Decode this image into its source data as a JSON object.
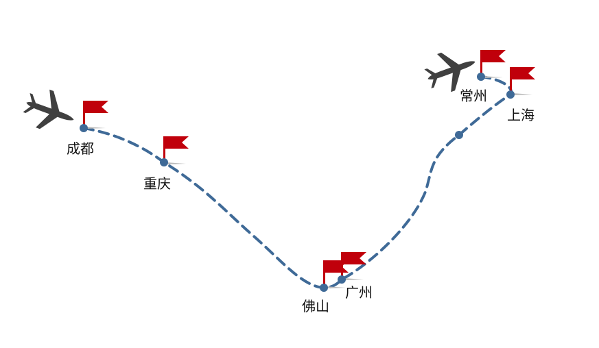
{
  "route": {
    "line_color": "#3f6a97",
    "dot_color": "#3f6a97",
    "flag_color": "#c0000b",
    "plane_color": "#404040"
  },
  "cities": [
    {
      "label": "成都"
    },
    {
      "label": "重庆"
    },
    {
      "label": "佛山"
    },
    {
      "label": "广州"
    },
    {
      "label": "常州"
    },
    {
      "label": "上海"
    }
  ],
  "icons": {
    "plane": "airplane-icon",
    "flag": "flag-icon"
  }
}
